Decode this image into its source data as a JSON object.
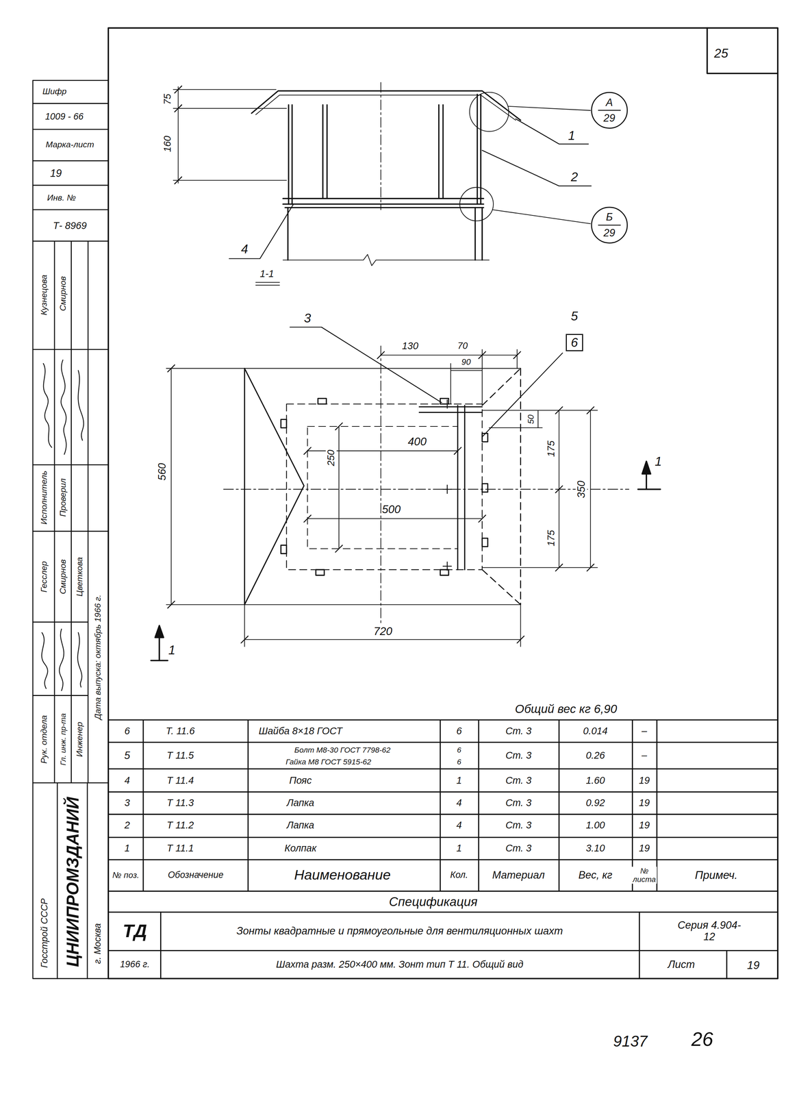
{
  "diagram": {
    "nodes": [
      {
        "text": [
          "А",
          "29"
        ]
      },
      {
        "text": [
          "Б",
          "29"
        ]
      },
      {
        "text": [
          "6"
        ]
      }
    ],
    "labels": [
      "25",
      "Шифр",
      "1009 - 66",
      "Марка-лист",
      "19",
      "Инв. №",
      "Т- 8969",
      "Кузнецова",
      "Смирнов",
      "Исполнитель",
      "Проверил",
      "Гесслер",
      "Смирнов",
      "Цветкова",
      "Рук. отдела",
      "Гл. инж. пр-та",
      "Инженер",
      "Дата выпуска: октябрь 1966 г.",
      "Госстрой СССР",
      "ЦНИИПРОМЗДАНИЙ",
      "г. Москва",
      "75",
      "160",
      "1",
      "2",
      "4",
      "1-1",
      "3",
      "130",
      "70",
      "90",
      "5",
      "50",
      "400",
      "250",
      "500",
      "175",
      "350",
      "175",
      "560",
      "720",
      "1",
      "1",
      "Общий вес кг 6,90",
      "6",
      "Т. 11.6",
      "Шайба 8×18 ГОСТ",
      "6",
      "Ст. 3",
      "0.014",
      "–",
      "5",
      "Т 11.5",
      "Болт М8-30 ГОСТ 7798-62",
      "Гайка М8 ГОСТ 5915-62",
      "6",
      "6",
      "Ст. 3",
      "0.26",
      "–",
      "4",
      "Т 11.4",
      "Пояс",
      "1",
      "Ст. 3",
      "1.60",
      "19",
      "3",
      "Т 11.3",
      "Лапка",
      "4",
      "Ст. 3",
      "0.92",
      "19",
      "2",
      "Т 11.2",
      "Лапка",
      "4",
      "Ст. 3",
      "1.00",
      "19",
      "1",
      "Т 11.1",
      "Колпак",
      "1",
      "Ст. 3",
      "3.10",
      "19",
      "№ поз.",
      "Обозначение",
      "Наименование",
      "Кол.",
      "Материал",
      "Вес, кг",
      "№ листа",
      "Примеч.",
      "Спецификация",
      "ТД",
      "Зонты квадратные и прямоугольные для вентиляционных шахт",
      "Серия 4.904-12",
      "1966 г.",
      "Шахта разм. 250×400 мм. Зонт тип Т 11. Общий вид",
      "Лист",
      "19",
      "9137",
      "26"
    ]
  }
}
